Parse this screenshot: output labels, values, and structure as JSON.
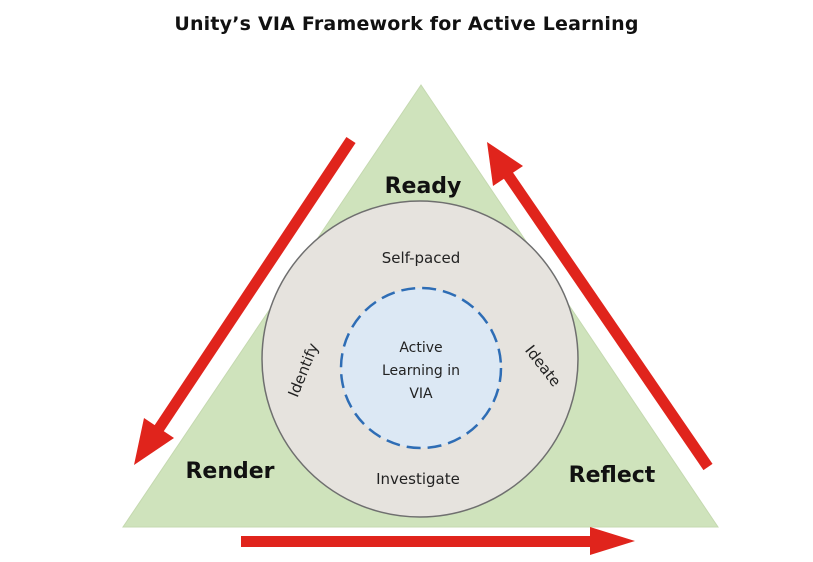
{
  "title": "Unity’s VIA Framework for Active Learning",
  "colors": {
    "triangle_fill": "#cfe3bc",
    "ring_fill": "#e6e3de",
    "core_fill": "#dce8f4",
    "core_border": "#2e6db5",
    "arrow": "#e0241c"
  },
  "corners": {
    "top": "Ready",
    "left": "Render",
    "right": "Reflect"
  },
  "ring": {
    "top": "Self-paced",
    "left": "Identify",
    "right": "Ideate",
    "bottom": "Investigate"
  },
  "center": {
    "line1": "Active",
    "line2": "Learning in",
    "line3": "VIA"
  },
  "arrows": [
    {
      "name": "ready-to-render-arrow",
      "from": "Ready",
      "to": "Render"
    },
    {
      "name": "render-to-reflect-arrow",
      "from": "Render",
      "to": "Reflect"
    },
    {
      "name": "reflect-to-ready-arrow",
      "from": "Reflect",
      "to": "Ready"
    }
  ]
}
